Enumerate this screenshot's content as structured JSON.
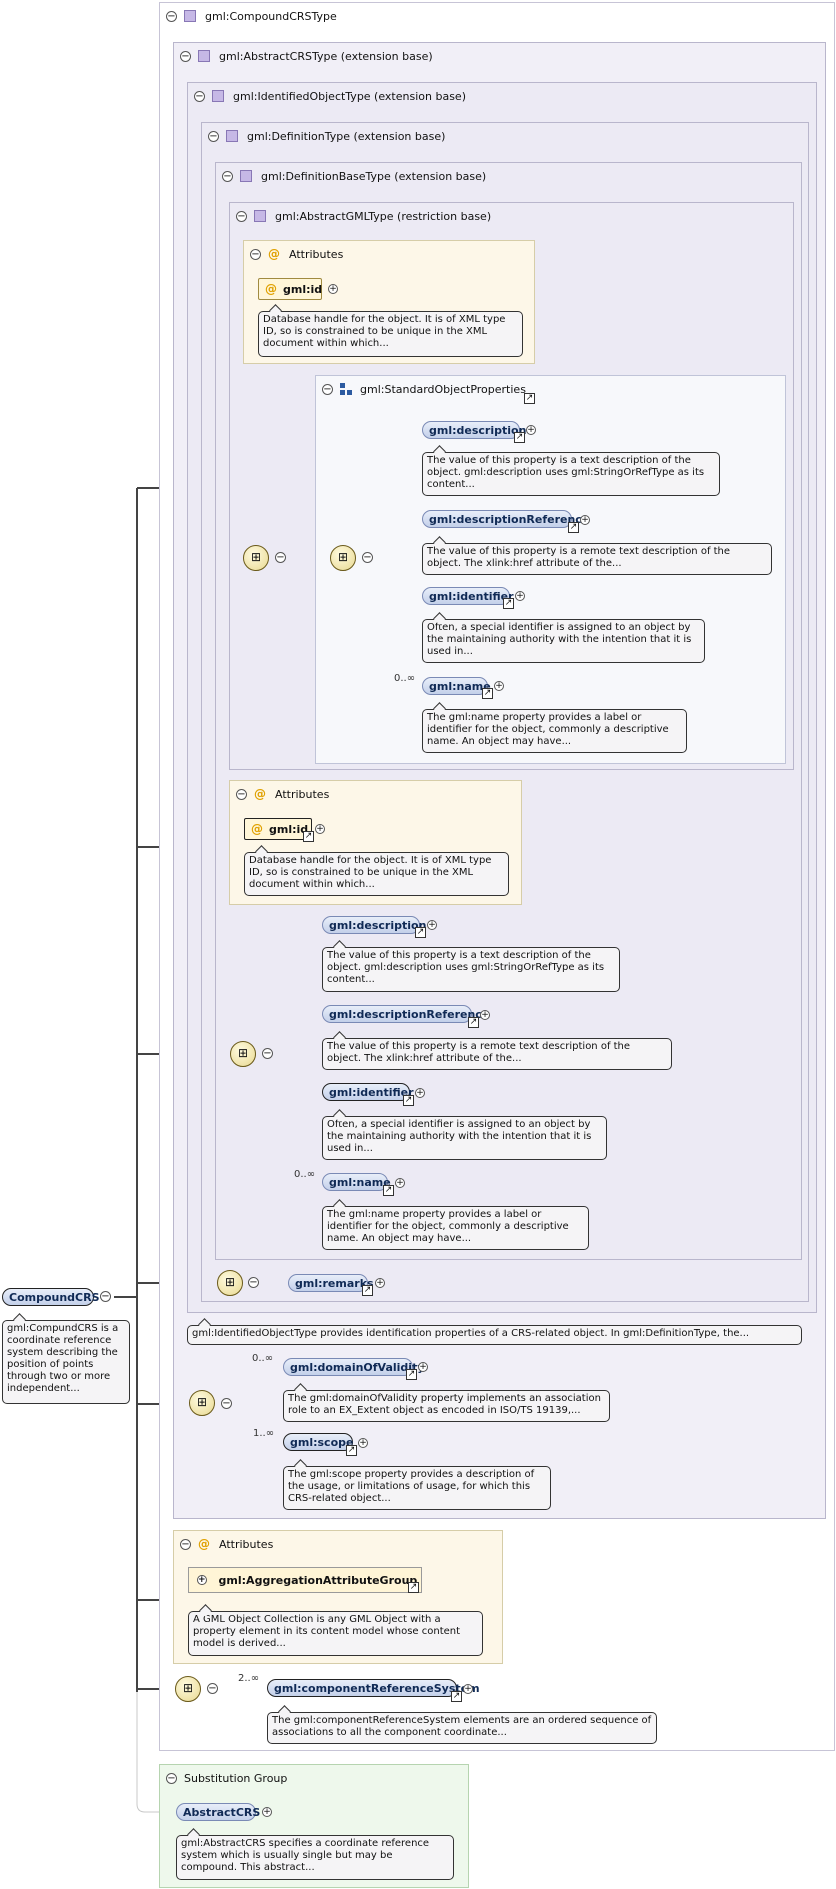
{
  "root": {
    "label": "CompoundCRS",
    "desc": "gml:CompundCRS is a coordinate reference system describing the position of points through two or more independent..."
  },
  "compound_type": "gml:CompoundCRSType",
  "abstract_crs_type": "gml:AbstractCRSType (extension base)",
  "identified_object_type": "gml:IdentifiedObjectType (extension base)",
  "definition_type": "gml:DefinitionType (extension base)",
  "definition_base_type": "gml:DefinitionBaseType (extension base)",
  "abstract_gml_type": "gml:AbstractGMLType (restriction base)",
  "attributes_label": "Attributes",
  "gml_id": {
    "label": "gml:id",
    "desc": "Database handle for the object. It is of XML type ID, so is constrained to be unique in the XML document within which..."
  },
  "standard_props": "gml:StandardObjectProperties",
  "props": {
    "description": {
      "label": "gml:description",
      "desc": "The value of this property is a text description of the object. gml:description uses gml:StringOrRefType as its content..."
    },
    "description_ref": {
      "label": "gml:descriptionReference",
      "desc": "The value of this property is a remote text description of the object. The xlink:href attribute of the..."
    },
    "identifier": {
      "label": "gml:identifier",
      "desc": "Often, a special identifier is assigned to an object by the maintaining authority with the intention that it is used in..."
    },
    "name": {
      "label": "gml:name",
      "card": "0..∞",
      "desc": "The gml:name property provides a label or identifier for the object, commonly a descriptive name. An object may have..."
    }
  },
  "remarks": "gml:remarks",
  "identified_desc": "gml:IdentifiedObjectType provides identification properties of a CRS-related object. In gml:DefinitionType, the...",
  "domain_of_validity": {
    "label": "gml:domainOfValidity",
    "card": "0..∞",
    "desc": "The gml:domainOfValidity property implements an association role to an EX_Extent object as encoded in ISO/TS 19139,..."
  },
  "scope": {
    "label": "gml:scope",
    "card": "1..∞",
    "desc": "The gml:scope property provides a description of the usage, or limitations of usage, for which this CRS-related object..."
  },
  "aggregation": {
    "label": "gml:AggregationAttributeGroup",
    "desc": "A GML Object Collection is any GML Object with a property element in its content model whose content model is derived..."
  },
  "component_ref": {
    "label": "gml:componentReferenceSystem",
    "card": "2..∞",
    "desc": "The gml:componentReferenceSystem elements are an ordered sequence of associations to all the component coordinate..."
  },
  "substitution": {
    "label": "Substitution Group",
    "element": "AbstractCRS",
    "desc": "gml:AbstractCRS specifies a coordinate reference system which is usually single but may be compound. This abstract..."
  }
}
